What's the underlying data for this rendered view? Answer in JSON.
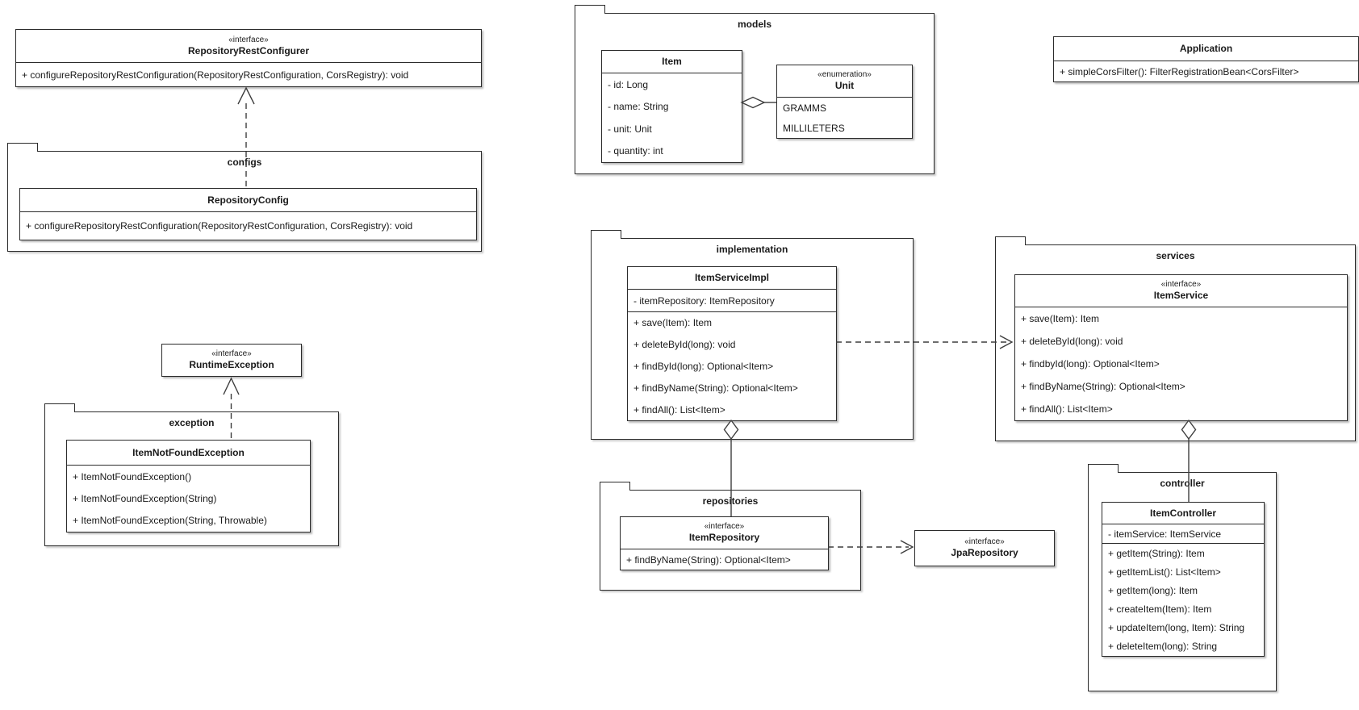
{
  "packages": {
    "configs": "configs",
    "exception": "exception",
    "models": "models",
    "implementation": "implementation",
    "services": "services",
    "repositories": "repositories",
    "controller": "controller"
  },
  "classes": {
    "repositoryRestConfigurer": {
      "stereotype": "«interface»",
      "name": "RepositoryRestConfigurer",
      "methods": [
        "+ configureRepositoryRestConfiguration(RepositoryRestConfiguration, CorsRegistry): void"
      ]
    },
    "repositoryConfig": {
      "name": "RepositoryConfig",
      "methods": [
        "+ configureRepositoryRestConfiguration(RepositoryRestConfiguration, CorsRegistry): void"
      ]
    },
    "runtimeException": {
      "stereotype": "«interface»",
      "name": "RuntimeException"
    },
    "itemNotFoundException": {
      "name": "ItemNotFoundException",
      "methods": [
        "+ ItemNotFoundException()",
        "+ ItemNotFoundException(String)",
        "+ ItemNotFoundException(String, Throwable)"
      ]
    },
    "item": {
      "name": "Item",
      "attributes": [
        "- id: Long",
        "- name: String",
        "- unit: Unit",
        "- quantity: int"
      ]
    },
    "unit": {
      "stereotype": "«enumeration»",
      "name": "Unit",
      "values": [
        "GRAMMS",
        "MILLILETERS"
      ]
    },
    "itemServiceImpl": {
      "name": "ItemServiceImpl",
      "attributes": [
        "- itemRepository: ItemRepository"
      ],
      "methods": [
        "+ save(Item): Item",
        "+ deleteById(long): void",
        "+ findById(long): Optional<Item>",
        "+ findByName(String): Optional<Item>",
        "+ findAll(): List<Item>"
      ]
    },
    "itemService": {
      "stereotype": "«interface»",
      "name": "ItemService",
      "methods": [
        "+ save(Item): Item",
        "+ deleteById(long): void",
        "+ findbyId(long): Optional<Item>",
        "+ findByName(String): Optional<Item>",
        "+ findAll(): List<Item>"
      ]
    },
    "itemRepository": {
      "stereotype": "«interface»",
      "name": "ItemRepository",
      "methods": [
        "+ findByName(String): Optional<Item>"
      ]
    },
    "jpaRepository": {
      "stereotype": "«interface»",
      "name": "JpaRepository"
    },
    "itemController": {
      "name": "ItemController",
      "attributes": [
        "- itemService: ItemService"
      ],
      "methods": [
        "+ getItem(String): Item",
        "+ getItemList(): List<Item>",
        "+ getItem(long): Item",
        "+ createItem(Item): Item",
        "+ updateItem(long, Item): String",
        "+ deleteItem(long): String"
      ]
    },
    "application": {
      "name": "Application",
      "methods": [
        "+ simpleCorsFilter(): FilterRegistrationBean<CorsFilter>"
      ]
    }
  },
  "relationships": [
    {
      "type": "realization",
      "from": "RepositoryConfig",
      "to": "RepositoryRestConfigurer"
    },
    {
      "type": "realization",
      "from": "ItemNotFoundException",
      "to": "RuntimeException"
    },
    {
      "type": "aggregation",
      "owner": "Item",
      "part": "Unit"
    },
    {
      "type": "dependency",
      "from": "ItemServiceImpl",
      "to": "ItemService"
    },
    {
      "type": "aggregation",
      "owner": "ItemServiceImpl",
      "part": "ItemRepository"
    },
    {
      "type": "dependency",
      "from": "ItemRepository",
      "to": "JpaRepository"
    },
    {
      "type": "aggregation",
      "owner": "ItemService",
      "part": "ItemController"
    }
  ],
  "colors": {
    "stroke": "#2b2b2b",
    "background": "#ffffff",
    "text": "#1a1a1a"
  }
}
